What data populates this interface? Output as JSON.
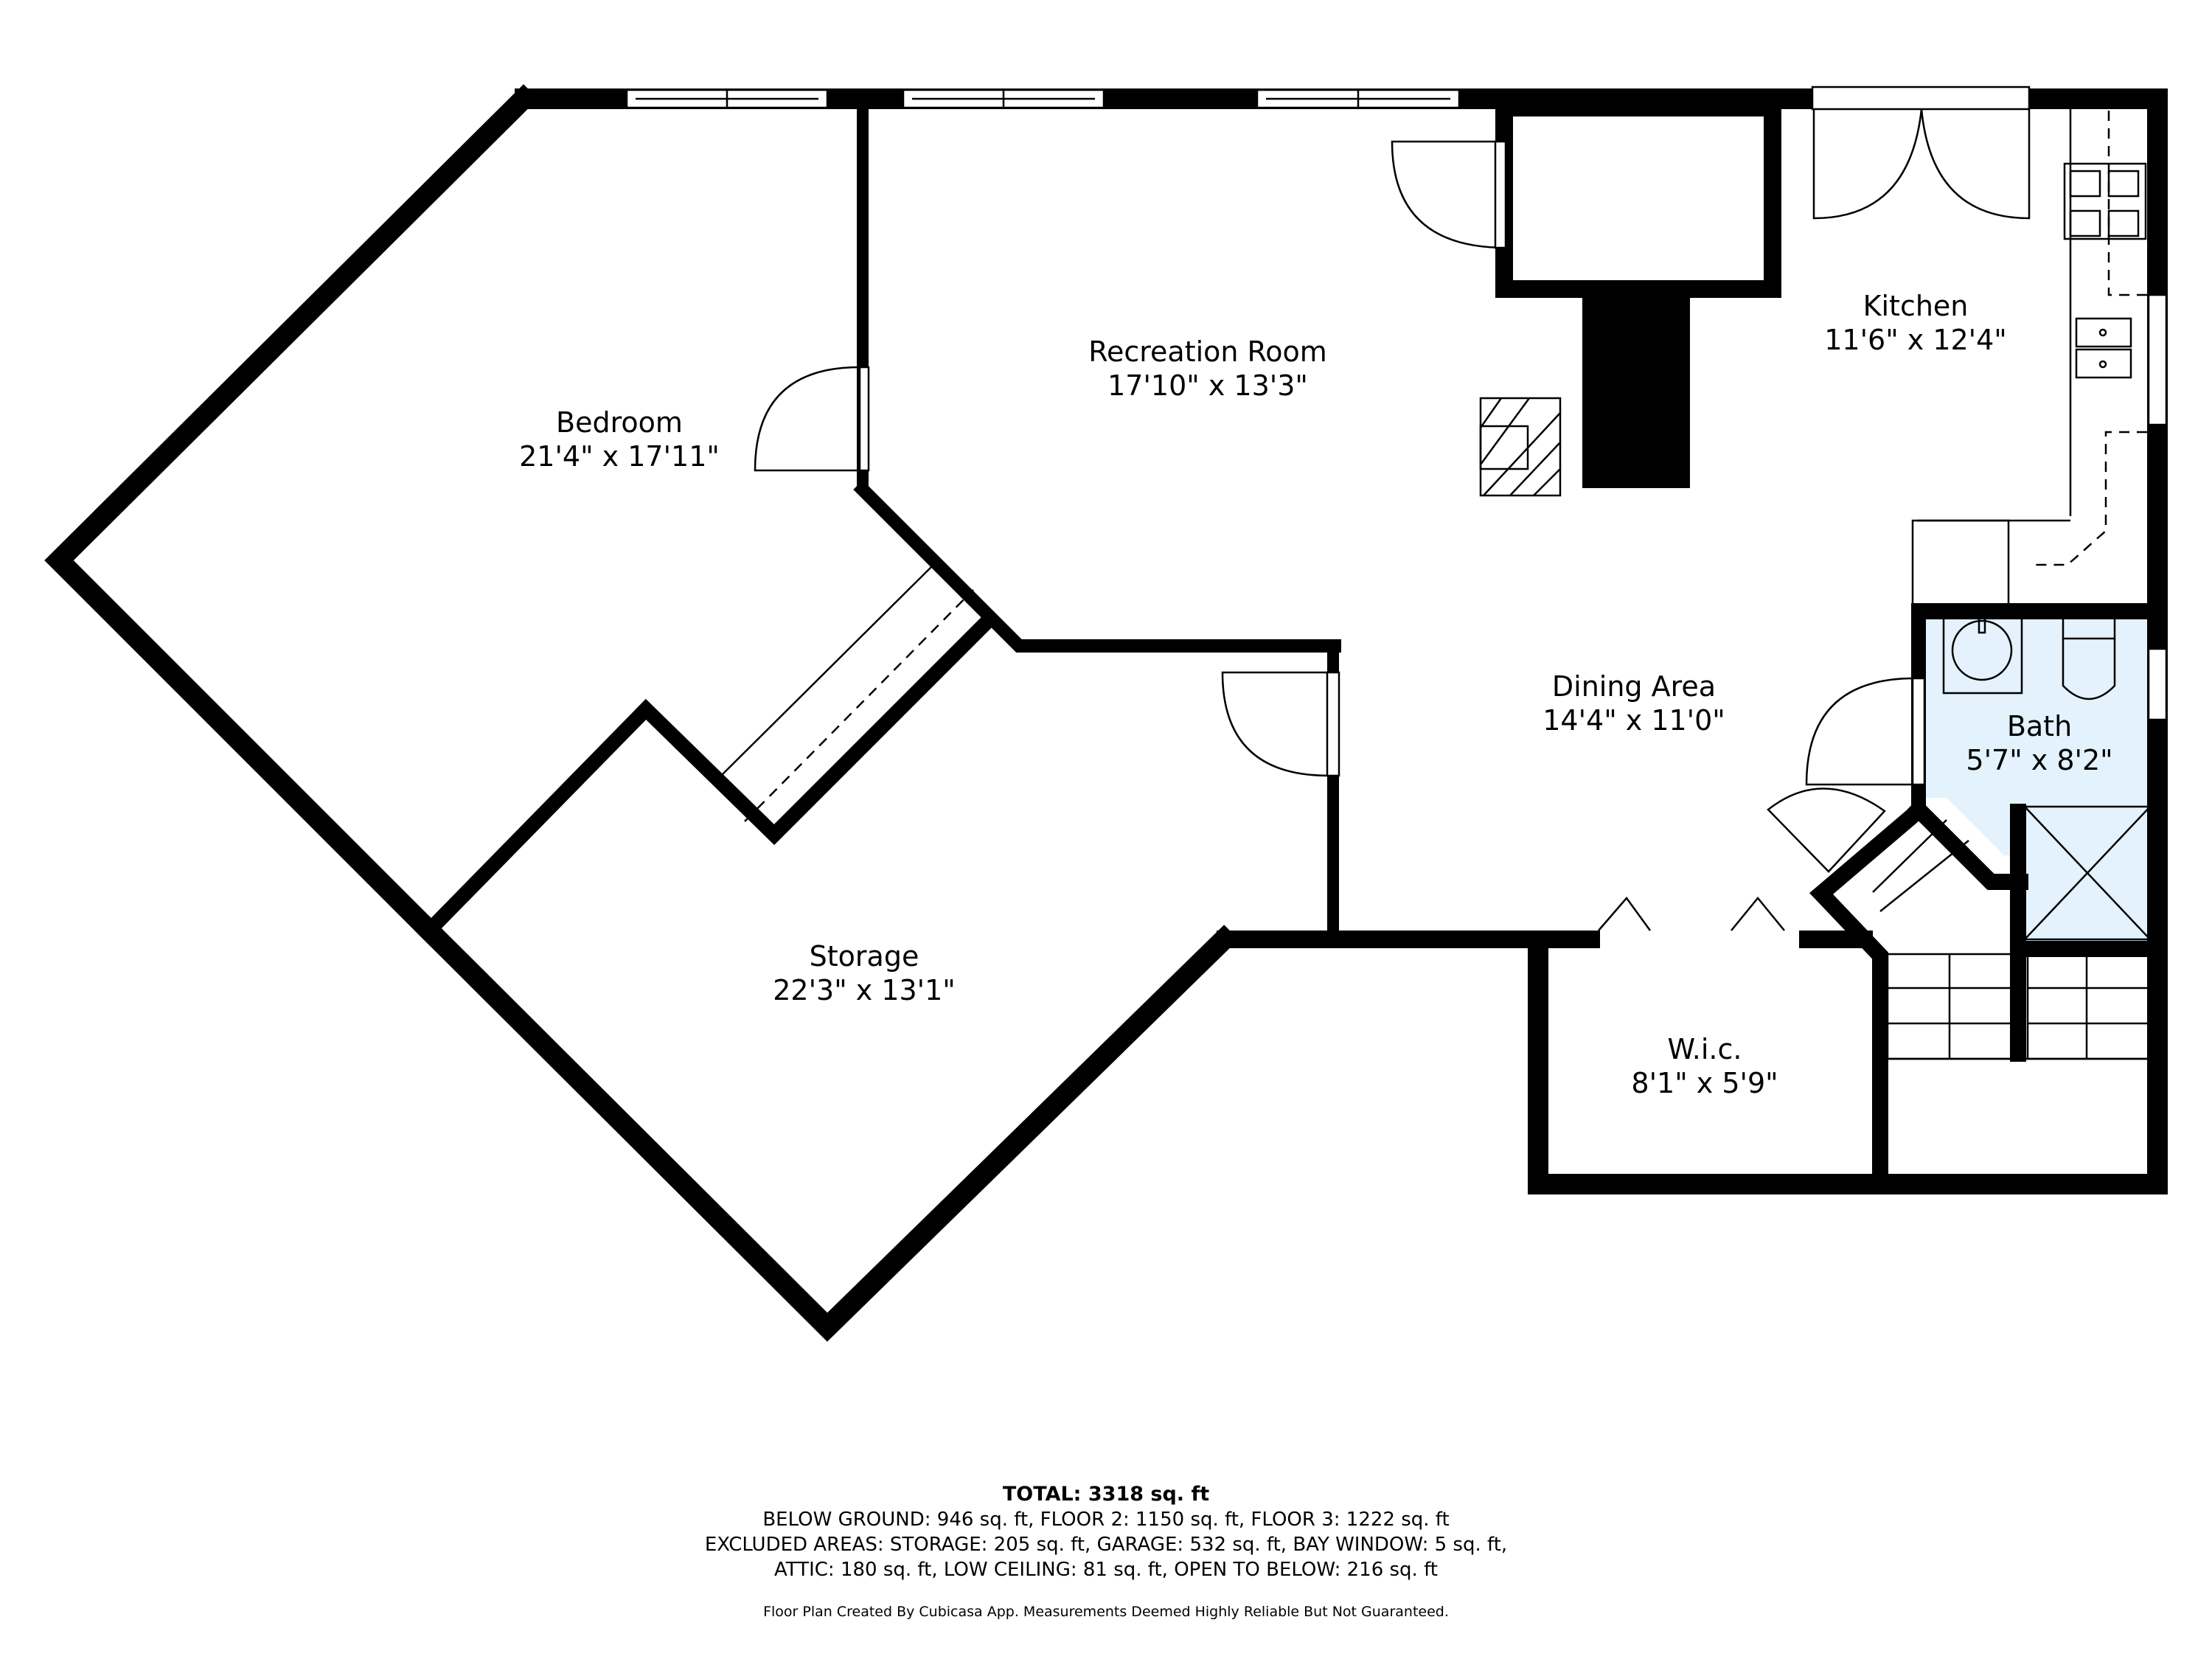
{
  "floor_plan": {
    "rooms": [
      {
        "id": "bedroom",
        "name": "Bedroom",
        "dims": "21'4\" x 17'11\""
      },
      {
        "id": "recreation-room",
        "name": "Recreation Room",
        "dims": "17'10\" x 13'3\""
      },
      {
        "id": "kitchen",
        "name": "Kitchen",
        "dims": "11'6\" x 12'4\""
      },
      {
        "id": "dining-area",
        "name": "Dining Area",
        "dims": "14'4\" x 11'0\""
      },
      {
        "id": "bath",
        "name": "Bath",
        "dims": "5'7\" x 8'2\"",
        "fill": "#e3f2fc"
      },
      {
        "id": "storage",
        "name": "Storage",
        "dims": "22'3\" x 13'1\""
      },
      {
        "id": "wic",
        "name": "W.i.c.",
        "dims": "8'1\" x 5'9\""
      }
    ],
    "colors": {
      "wall": "#000000",
      "background": "#ffffff",
      "bath_fill": "#e3f2fc"
    }
  },
  "summary": {
    "total": "TOTAL: 3318 sq. ft",
    "lines": [
      "BELOW GROUND: 946 sq. ft, FLOOR 2: 1150 sq. ft, FLOOR 3: 1222 sq. ft",
      "EXCLUDED AREAS: STORAGE: 205 sq. ft, GARAGE: 532 sq. ft, BAY WINDOW: 5 sq. ft,",
      "ATTIC: 180 sq. ft, LOW CEILING: 81 sq. ft, OPEN TO BELOW: 216 sq. ft"
    ],
    "credit": "Floor Plan Created By Cubicasa App. Measurements Deemed Highly Reliable But Not Guaranteed."
  }
}
